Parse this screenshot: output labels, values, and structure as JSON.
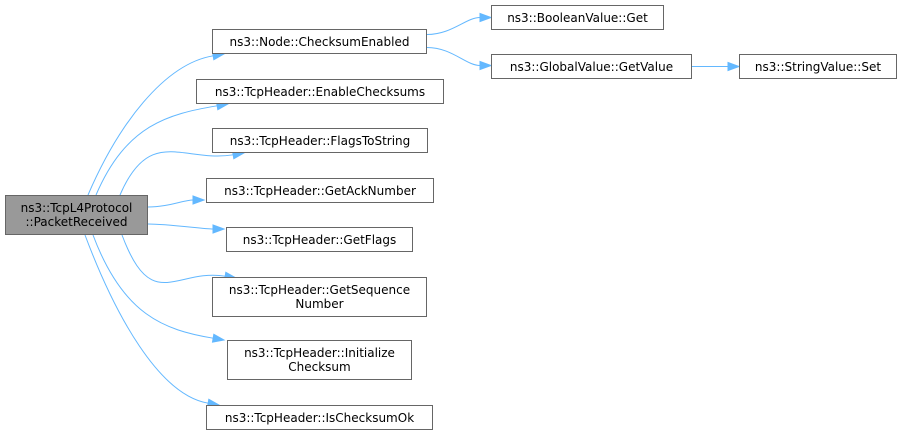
{
  "colors": {
    "edge": "#63b8ff",
    "root_fill": "#999999",
    "node_border": "#666666"
  },
  "nodes": {
    "root": {
      "label": "ns3::TcpL4Protocol\n::PacketReceived"
    },
    "checksum_enabled": {
      "label": "ns3::Node::ChecksumEnabled"
    },
    "enable_checksums": {
      "label": "ns3::TcpHeader::EnableChecksums"
    },
    "flags_to_string": {
      "label": "ns3::TcpHeader::FlagsToString"
    },
    "get_ack_number": {
      "label": "ns3::TcpHeader::GetAckNumber"
    },
    "get_flags": {
      "label": "ns3::TcpHeader::GetFlags"
    },
    "get_sequence_number": {
      "label": "ns3::TcpHeader::GetSequence\nNumber"
    },
    "initialize_checksum": {
      "label": "ns3::TcpHeader::Initialize\nChecksum"
    },
    "is_checksum_ok": {
      "label": "ns3::TcpHeader::IsChecksumOk"
    },
    "boolean_get": {
      "label": "ns3::BooleanValue::Get"
    },
    "global_get_value": {
      "label": "ns3::GlobalValue::GetValue"
    },
    "string_set": {
      "label": "ns3::StringValue::Set"
    }
  },
  "edges": [
    [
      "root",
      "checksum_enabled"
    ],
    [
      "root",
      "enable_checksums"
    ],
    [
      "root",
      "flags_to_string"
    ],
    [
      "root",
      "get_ack_number"
    ],
    [
      "root",
      "get_flags"
    ],
    [
      "root",
      "get_sequence_number"
    ],
    [
      "root",
      "initialize_checksum"
    ],
    [
      "root",
      "is_checksum_ok"
    ],
    [
      "checksum_enabled",
      "boolean_get"
    ],
    [
      "checksum_enabled",
      "global_get_value"
    ],
    [
      "global_get_value",
      "string_set"
    ]
  ]
}
